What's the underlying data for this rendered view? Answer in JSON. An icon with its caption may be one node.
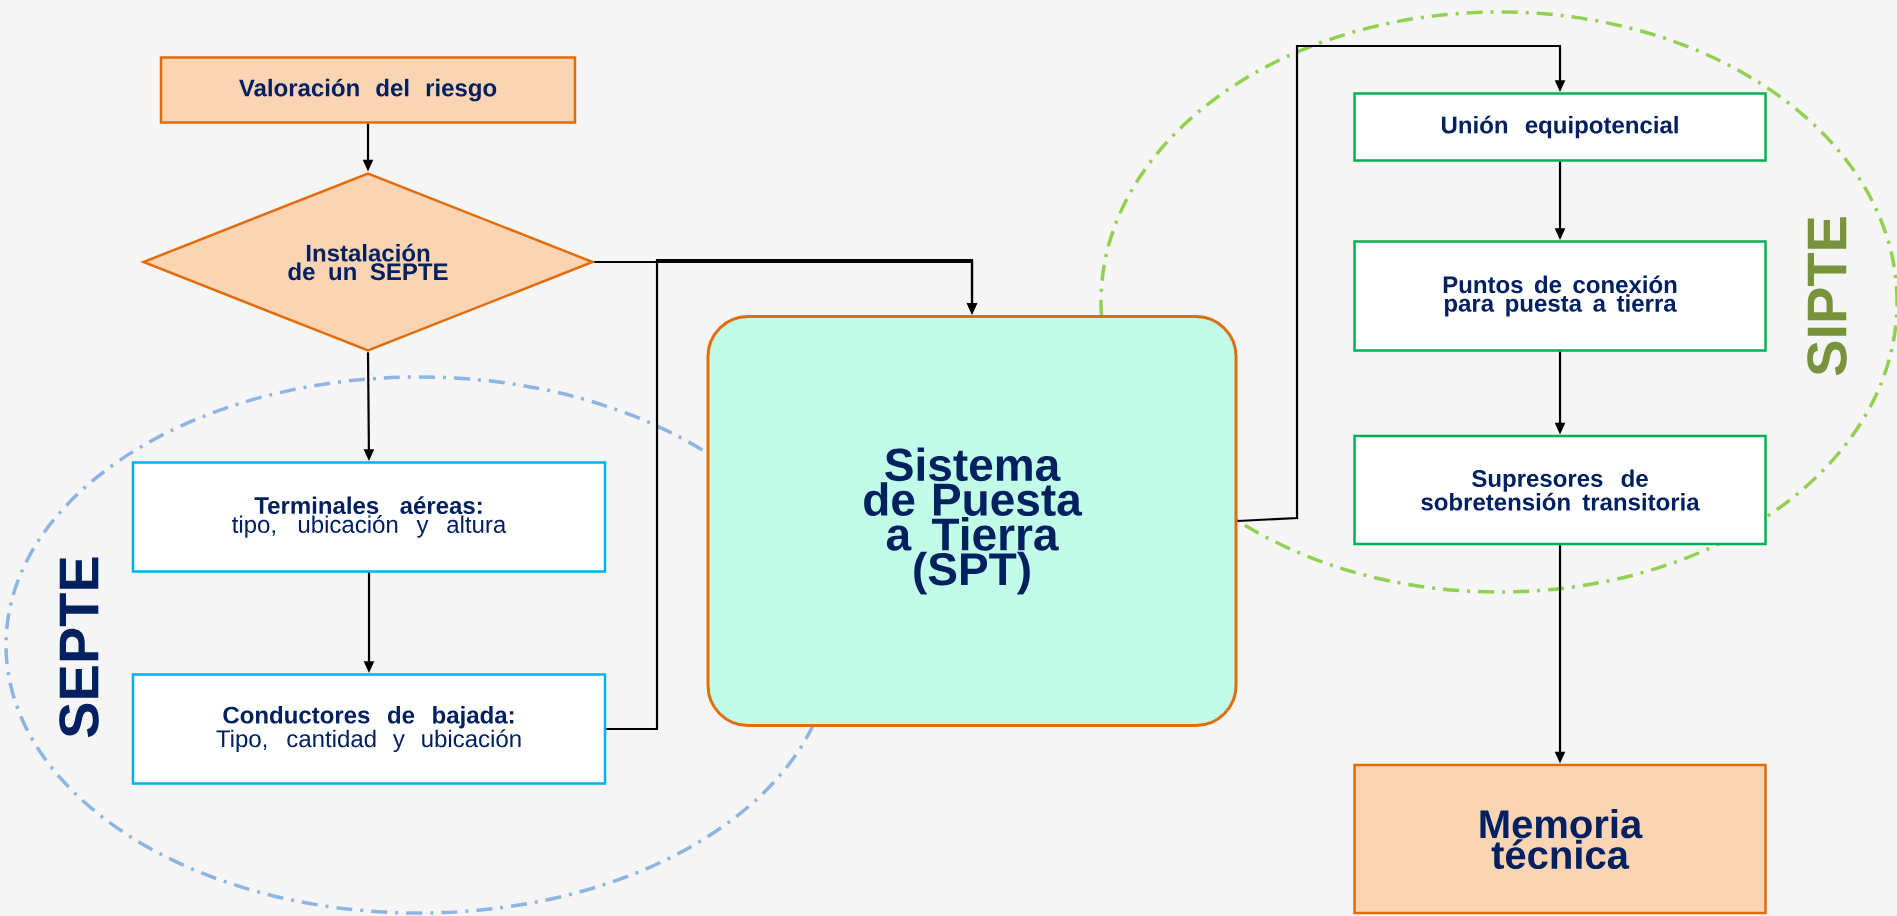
{
  "diagram": {
    "nodes": [
      {
        "text": [
          "Valoración del riesgo"
        ]
      },
      {
        "text": [
          "Instalación de un SEPTE"
        ]
      },
      {
        "text": [
          "Terminales aéreas:",
          "tipo, ubicación y altura"
        ]
      },
      {
        "text": [
          "Conductores de bajada:",
          "Tipo, cantidad y ubicación"
        ]
      },
      {
        "text": [
          "Sistema de Puesta a Tierra (SPT)"
        ]
      },
      {
        "text": [
          "Unión equipotencial"
        ]
      },
      {
        "text": [
          "Puntos de conexión para puesta a tierra"
        ]
      },
      {
        "text": [
          "Supresores de sobretensión transitoria"
        ]
      },
      {
        "text": [
          "Memoria técnica"
        ]
      }
    ],
    "labels": [
      "SIPTE",
      "SEPTE"
    ],
    "edges": [
      {
        "from": 0,
        "to": 1,
        "arrow": "to"
      },
      {
        "from": 1,
        "to": 2,
        "arrow": "to"
      },
      {
        "from": 2,
        "to": 3,
        "arrow": "to"
      },
      {
        "from": 1,
        "to": 4,
        "arrow": "to"
      },
      {
        "from": 3,
        "to": 4,
        "arrow": "to"
      },
      {
        "from": 4,
        "to": 5,
        "arrow": "to"
      },
      {
        "from": 5,
        "to": 6,
        "arrow": "to"
      },
      {
        "from": 6,
        "to": 7,
        "arrow": "to"
      },
      {
        "from": 7,
        "to": 8,
        "arrow": "to"
      }
    ]
  }
}
